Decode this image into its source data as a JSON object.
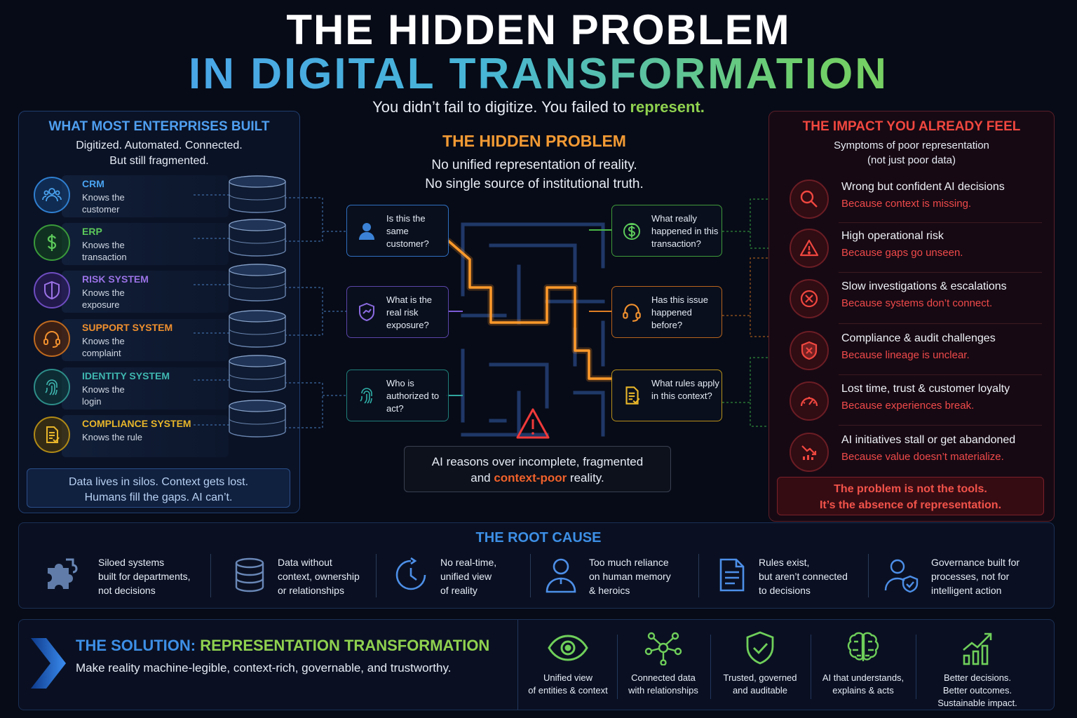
{
  "header": {
    "title_line1": "THE HIDDEN PROBLEM",
    "title_line2": "IN DIGITAL TRANSFORMATION",
    "subtitle_pre": "You didn’t fail to digitize. You failed to ",
    "subtitle_highlight": "represent."
  },
  "left_panel": {
    "title": "WHAT MOST ENTERPRISES BUILT",
    "subtitle_line1": "Digitized. Automated. Connected.",
    "subtitle_line2": "But still fragmented.",
    "systems": [
      {
        "name": "CRM",
        "desc": "Knows the customer",
        "icon": "people-icon",
        "color": "#4aa3f0"
      },
      {
        "name": "ERP",
        "desc": "Knows the transaction",
        "icon": "dollar-icon",
        "color": "#5cc95a"
      },
      {
        "name": "RISK SYSTEM",
        "desc": "Knows the exposure",
        "icon": "shield-icon",
        "color": "#9a72e6"
      },
      {
        "name": "SUPPORT SYSTEM",
        "desc": "Knows the complaint",
        "icon": "headset-icon",
        "color": "#f0902e"
      },
      {
        "name": "IDENTITY SYSTEM",
        "desc": "Knows the login",
        "icon": "fingerprint-icon",
        "color": "#3fb7b0"
      },
      {
        "name": "COMPLIANCE SYSTEM",
        "desc": "Knows the rule",
        "icon": "document-icon",
        "color": "#e8b62a"
      }
    ],
    "footer_line1": "Data lives in silos. Context gets lost.",
    "footer_line2": "Humans fill the gaps. AI can’t."
  },
  "center": {
    "title": "THE HIDDEN PROBLEM",
    "subtitle_line1": "No unified representation of reality.",
    "subtitle_line2": "No single source of institutional truth.",
    "questions": [
      {
        "text": "Is this the same customer?",
        "icon": "person-icon",
        "color": "#3b82d6"
      },
      {
        "text": "What is the real risk exposure?",
        "icon": "shield-check-icon",
        "color": "#7c5bd6"
      },
      {
        "text": "Who is authorized to act?",
        "icon": "fingerprint-icon",
        "color": "#2fa59e"
      },
      {
        "text": "What really happened in this transaction?",
        "icon": "dollar-icon",
        "color": "#49b846"
      },
      {
        "text": "Has this issue happened before?",
        "icon": "headset-icon",
        "color": "#e07f24"
      },
      {
        "text": "What rules apply in this context?",
        "icon": "document-icon",
        "color": "#d4a51e"
      }
    ],
    "ai_line1": "AI reasons over incomplete, fragmented",
    "ai_line2_pre": "and ",
    "ai_line2_highlight": "context-poor",
    "ai_line2_post": " reality."
  },
  "right_panel": {
    "title": "THE IMPACT YOU ALREADY FEEL",
    "subtitle_line1": "Symptoms of poor representation",
    "subtitle_line2": "(not just poor data)",
    "impacts": [
      {
        "title": "Wrong but confident AI decisions",
        "reason": "Because context is missing.",
        "icon": "magnifier-icon"
      },
      {
        "title": "High operational risk",
        "reason": "Because gaps go unseen.",
        "icon": "warning-icon"
      },
      {
        "title": "Slow investigations & escalations",
        "reason": "Because systems don’t connect.",
        "icon": "x-circle-icon"
      },
      {
        "title": "Compliance & audit challenges",
        "reason": "Because lineage is unclear.",
        "icon": "shield-x-icon"
      },
      {
        "title": "Lost time, trust & customer loyalty",
        "reason": "Because experiences break.",
        "icon": "gauge-icon"
      },
      {
        "title": "AI initiatives stall or get abandoned",
        "reason": "Because value doesn’t materialize.",
        "icon": "chart-down-icon"
      }
    ],
    "footer_line1": "The problem is not the tools.",
    "footer_line2": "It’s the absence of representation."
  },
  "root_cause": {
    "title": "THE ROOT CAUSE",
    "items": [
      {
        "line1": "Siloed systems",
        "line2": "built for departments,",
        "line3": "not decisions",
        "icon": "puzzle-icon"
      },
      {
        "line1": "Data without",
        "line2": "context, ownership",
        "line3": "or relationships",
        "icon": "database-icon"
      },
      {
        "line1": "No real-time,",
        "line2": "unified view",
        "line3": "of reality",
        "icon": "clock-icon"
      },
      {
        "line1": "Too much reliance",
        "line2": "on human memory",
        "line3": "& heroics",
        "icon": "person-icon"
      },
      {
        "line1": "Rules exist,",
        "line2": "but aren’t connected",
        "line3": "to decisions",
        "icon": "document-icon"
      },
      {
        "line1": "Governance built for",
        "line2": "processes, not for",
        "line3": "intelligent action",
        "icon": "user-shield-icon"
      }
    ]
  },
  "solution": {
    "title_pre": "THE SOLUTION: ",
    "title_highlight": "REPRESENTATION TRANSFORMATION",
    "subtitle": "Make reality machine-legible, context-rich, governable, and trustworthy.",
    "items": [
      {
        "line1": "Unified view",
        "line2": "of entities & context",
        "line3": "",
        "icon": "eye-icon"
      },
      {
        "line1": "Connected data",
        "line2": "with relationships",
        "line3": "",
        "icon": "network-icon"
      },
      {
        "line1": "Trusted, governed",
        "line2": "and auditable",
        "line3": "",
        "icon": "shield-check-icon"
      },
      {
        "line1": "AI that understands,",
        "line2": "explains & acts",
        "line3": "",
        "icon": "brain-icon"
      },
      {
        "line1": "Better decisions.",
        "line2": "Better outcomes.",
        "line3": "Sustainable impact.",
        "icon": "growth-chart-icon"
      }
    ]
  }
}
